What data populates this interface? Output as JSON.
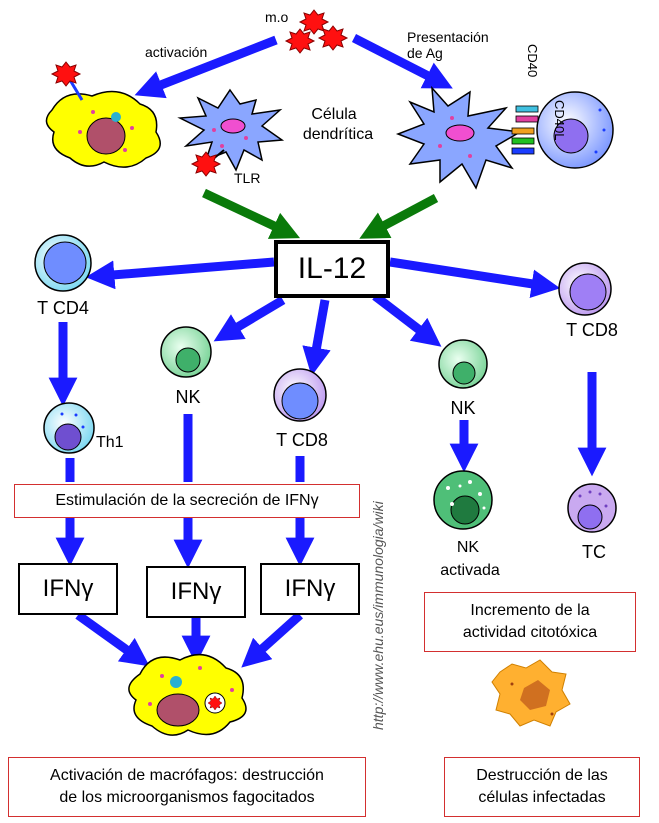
{
  "labels": {
    "mo": "m.o",
    "activacion": "activación",
    "presentacion_line1": "Presentación",
    "presentacion_line2": "de Ag",
    "cd40l": "CD40L",
    "cd40": "CD40",
    "celula_line1": "Célula",
    "celula_line2": "dendrítica",
    "tlr": "TLR",
    "il12": "IL-12",
    "tcd4": "T CD4",
    "tcd8_right": "T CD8",
    "nk_left": "NK",
    "tcd8_mid": "T CD8",
    "nk_right": "NK",
    "th1": "Th1",
    "nk_activada_line1": "NK",
    "nk_activada_line2": "activada",
    "tc": "TC",
    "ifn1": "IFNγ",
    "ifn2": "IFNγ",
    "ifn3": "IFNγ"
  },
  "boxes": {
    "estimulacion": "Estimulación  de la secreción de IFNγ",
    "incremento_line1": "Incremento de la",
    "incremento_line2": "actividad citotóxica",
    "activacion_macro_line1": "Activación de macrófagos: destrucción",
    "activacion_macro_line2": "de los microorganismos fagocitados",
    "destruccion_line1": "Destrucción de las",
    "destruccion_line2": "células infectadas"
  },
  "watermark": "http://www.ehu.eus/immunologia/wiki",
  "colors": {
    "arrow_blue": "#1a1aff",
    "arrow_green": "#0a7a0a",
    "box_red": "#d32f2f",
    "macrophage_yellow": "#ffff00",
    "dendritic_blue": "#8aa6ff",
    "nk_green": "#8fd9a8",
    "tcd8_purple": "#c9a9f0",
    "tcd4_cyan": "#8fe0f0",
    "microbe_red": "#ff1010"
  }
}
